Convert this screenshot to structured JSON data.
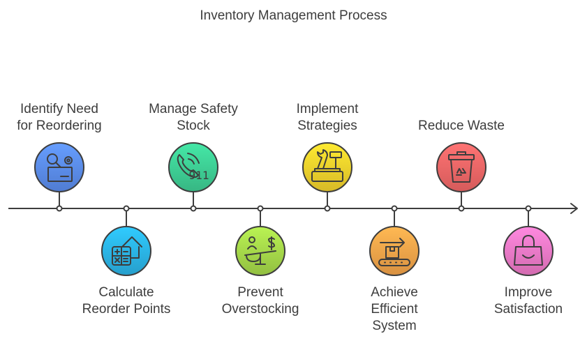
{
  "title": "Inventory Management Process",
  "steps": [
    {
      "lines": [
        "Identify Need",
        "for Reordering"
      ],
      "position": "above",
      "icon": "search-gear-box-icon",
      "color": "#5b8def"
    },
    {
      "lines": [
        "Calculate",
        "Reorder Points"
      ],
      "position": "below",
      "icon": "calculator-house-icon",
      "color": "#2bb5e8"
    },
    {
      "lines": [
        "Manage Safety",
        "Stock"
      ],
      "position": "above",
      "icon": "phone-911-icon",
      "color": "#3ecf95"
    },
    {
      "lines": [
        "Prevent",
        "Overstocking"
      ],
      "position": "below",
      "icon": "scale-balance-icon",
      "color": "#a6d94a"
    },
    {
      "lines": [
        "Implement",
        "Strategies"
      ],
      "position": "above",
      "icon": "toolbox-icon",
      "color": "#f4d22c"
    },
    {
      "lines": [
        "Achieve",
        "Efficient",
        "System"
      ],
      "position": "below",
      "icon": "conveyor-box-icon",
      "color": "#f7a54a"
    },
    {
      "lines": [
        "Reduce Waste"
      ],
      "position": "above",
      "icon": "recycle-bin-icon",
      "color": "#f26767"
    },
    {
      "lines": [
        "Improve",
        "Satisfaction"
      ],
      "position": "below",
      "icon": "shopping-bag-smile-icon",
      "color": "#f07ac8"
    }
  ]
}
